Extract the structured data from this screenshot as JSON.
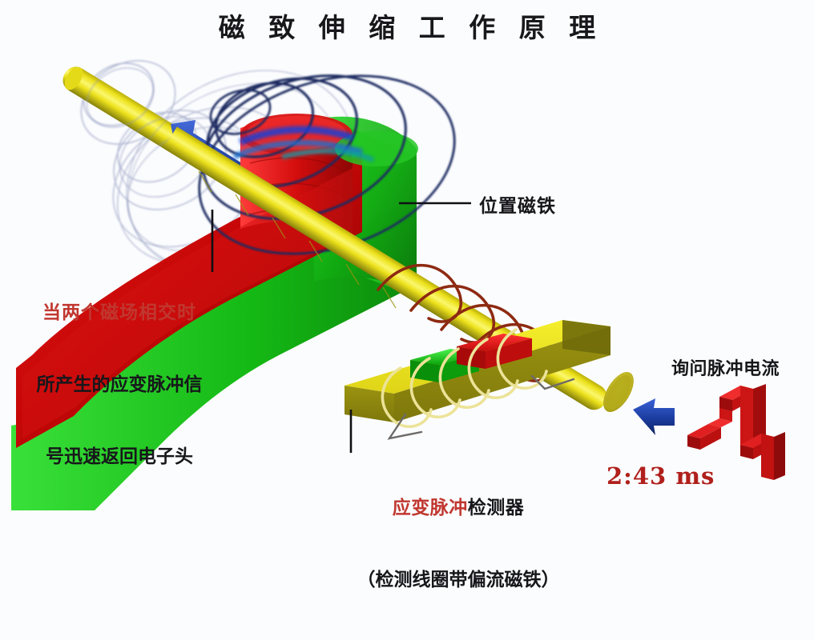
{
  "page": {
    "title": "磁 致 伸 缩 工 作 原 理",
    "background_color": "#fbfcfe"
  },
  "colors": {
    "title_text": "#18181c",
    "annotation_red": "#c0372f",
    "annotation_black": "#17171b",
    "waveguide_yellow": "#e9e016",
    "waveguide_yellow_light": "#fbf55c",
    "waveguide_yellow_dark": "#8a8410",
    "magnet_red": "#cc0a0a",
    "magnet_red_dark": "#8e0606",
    "magnet_green": "#11b511",
    "magnet_green_dark": "#0a7c0a",
    "field_line_navy": "#1f2a60",
    "field_line_faint": "#9aa3c4",
    "coil_copper": "#8a2a14",
    "coil_pale": "#efeaa0",
    "arrow_blue": "#1c3fa8",
    "pulse_red": "#cf1414",
    "pulse_red_dark": "#8d0b0b",
    "time_text": "#b0201c",
    "leader_line": "#101014"
  },
  "annotations": {
    "left_note": {
      "line1": "当两个磁场相交时",
      "line1_color": "red",
      "line2": "所产生的应变脉冲信",
      "line3": "号迅速返回电子头"
    },
    "position_magnet_label": "位置磁铁",
    "interrogation_current_label": "询问脉冲电流",
    "bottom_note": {
      "line1_red": "应变脉冲",
      "line1_black": "检测器",
      "line2": "（检测线圈带偏流磁铁）"
    },
    "time_readout": "2:43 ms"
  },
  "diagram": {
    "components": [
      {
        "name": "waveguide-rod",
        "label": "磁致伸缩波导管"
      },
      {
        "name": "position-magnet",
        "label": "位置磁铁"
      },
      {
        "name": "magnetic-field-lines",
        "label": "磁场线"
      },
      {
        "name": "interrogation-coil",
        "label": "询问线圈"
      },
      {
        "name": "strain-pulse-detector",
        "label": "应变脉冲检测器"
      },
      {
        "name": "bias-magnet",
        "label": "偏流磁铁"
      },
      {
        "name": "return-signal-arrow",
        "label": "返回信号"
      },
      {
        "name": "current-pulse-waveform",
        "label": "询问脉冲电流波形"
      }
    ]
  }
}
